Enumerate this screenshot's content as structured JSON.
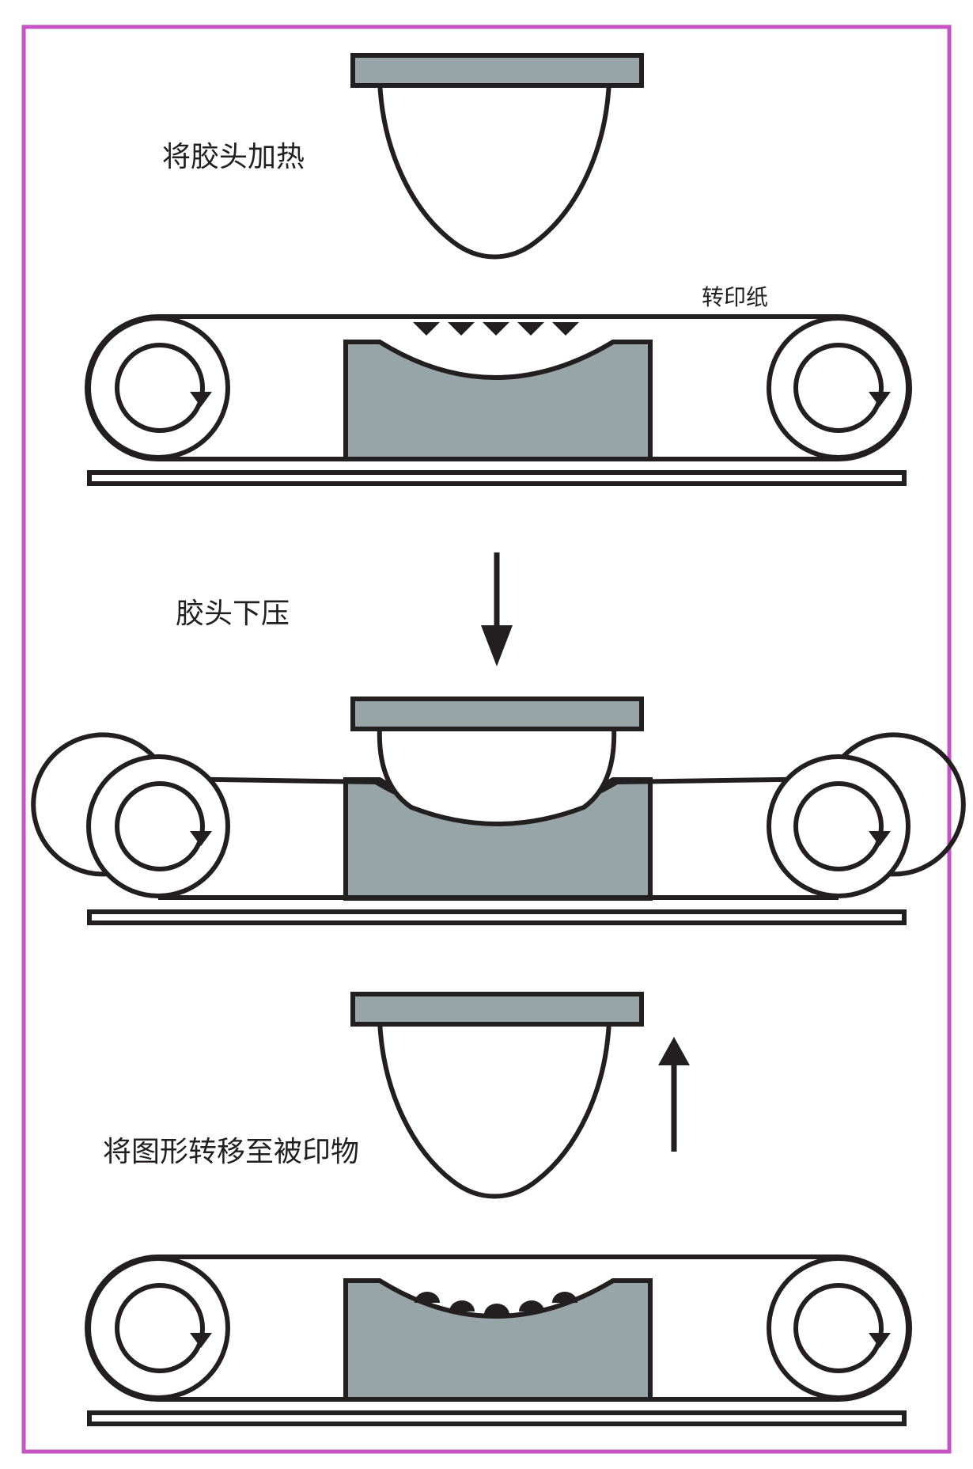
{
  "colors": {
    "border": "#c653c6",
    "line": "#231f20",
    "gray": "#97a4a8",
    "background": "#ffffff"
  },
  "steps": [
    {
      "label": "将胶头加热"
    },
    {
      "label": "胶头下压"
    },
    {
      "label": "将图形转移至被印物"
    }
  ],
  "transfer_paper_label": "转印纸"
}
